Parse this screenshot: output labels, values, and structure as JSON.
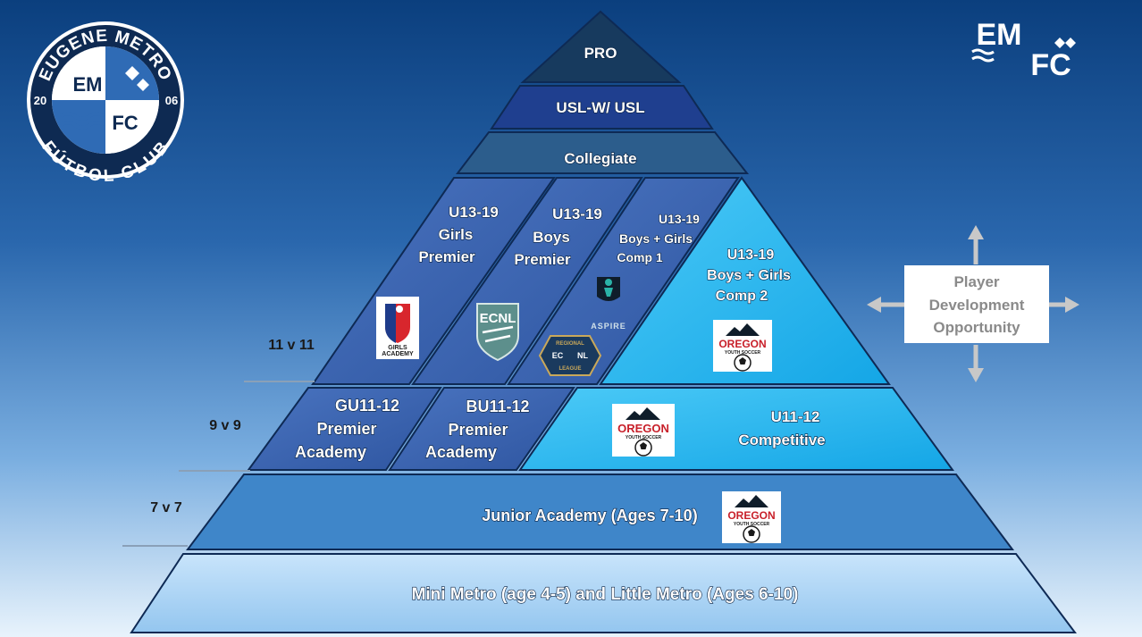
{
  "logo_badge": {
    "top_text": "EUGENE METRO",
    "bottom_text": "FÚTBOL CLUB",
    "year_left": "20",
    "year_right": "06",
    "monogram_top": "EM",
    "monogram_bottom": "FC"
  },
  "corner_logo": {
    "text_top": "EM",
    "text_bottom": "FC"
  },
  "pyramid": {
    "pro": "PRO",
    "usl": "USL-W/ USL",
    "collegiate": "Collegiate",
    "girls_premier": [
      "U13-19",
      "Girls",
      "Premier"
    ],
    "boys_premier": [
      "U13-19",
      "Boys",
      "Premier"
    ],
    "comp1": [
      "U13-19",
      "Boys + Girls",
      "Comp 1"
    ],
    "comp2": [
      "U13-19",
      "Boys + Girls",
      "Comp 2"
    ],
    "gu_academy": [
      "GU11-12",
      "Premier",
      "Academy"
    ],
    "bu_academy": [
      "BU11-12",
      "Premier",
      "Academy"
    ],
    "u11_comp": [
      "U11-12",
      "Competitive"
    ],
    "junior": "Junior Academy (Ages 7-10)",
    "mini": "Mini Metro (age 4-5) and Little Metro (Ages 6-10)"
  },
  "side_labels": {
    "l11": "11 v 11",
    "l9": "9 v 9",
    "l7": "7 v 7"
  },
  "dev_box": [
    "Player",
    "Development",
    "Opportunity"
  ],
  "league_logos": {
    "girls_academy": [
      "GIRLS",
      "ACADEMY"
    ],
    "ecnl": "ECNL",
    "aspire": "ASPIRE",
    "regional": [
      "REGIONAL",
      "EC",
      "NL",
      "LEAGUE"
    ],
    "oregon": [
      "OREGON",
      "YOUTH SOCCER"
    ]
  },
  "colors": {
    "pro": "#173a5e",
    "usl": "#1f3f8f",
    "collegiate": "#2c5d8c",
    "premier": "#3a63b0",
    "cyan": "#22b7f0",
    "junior": "#3f86c9",
    "mini": "#a9d3f5",
    "outline": "#0e2a55"
  }
}
